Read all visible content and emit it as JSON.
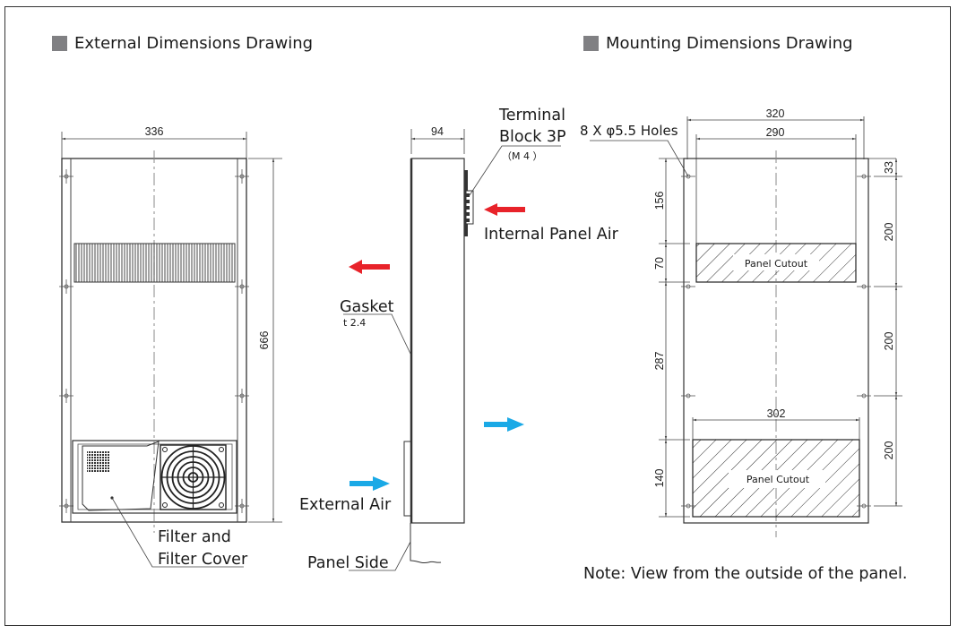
{
  "sections": {
    "external": {
      "title": "External Dimensions Drawing"
    },
    "mounting": {
      "title": "Mounting Dimensions Drawing"
    }
  },
  "external_front": {
    "width_dim": "336",
    "height_dim": "666",
    "callout_filter_line1": "Filter and",
    "callout_filter_line2": "Filter Cover"
  },
  "external_side": {
    "depth_dim": "94",
    "terminal_line1": "Terminal",
    "terminal_line2": "Block 3P",
    "terminal_spec": "（M 4 ）",
    "internal_air": "Internal Panel Air",
    "gasket": "Gasket",
    "gasket_spec": "t 2.4",
    "external_air": "External Air",
    "panel_side": "Panel Side",
    "colors": {
      "hot_air": "#e8232a",
      "cool_air": "#1aa9e6"
    }
  },
  "mounting": {
    "holes_label": "8 X φ5.5 Holes",
    "dim_outer_width": "320",
    "dim_hole_spacing": "290",
    "dim_lower_cutout_width": "302",
    "dim_left": [
      "156",
      "70",
      "287",
      "140"
    ],
    "dim_right": [
      "33",
      "200",
      "200",
      "200"
    ],
    "cutout_label_upper": "Panel Cutout",
    "cutout_label_lower": "Panel Cutout",
    "note": "Note: View from the outside of the panel."
  }
}
